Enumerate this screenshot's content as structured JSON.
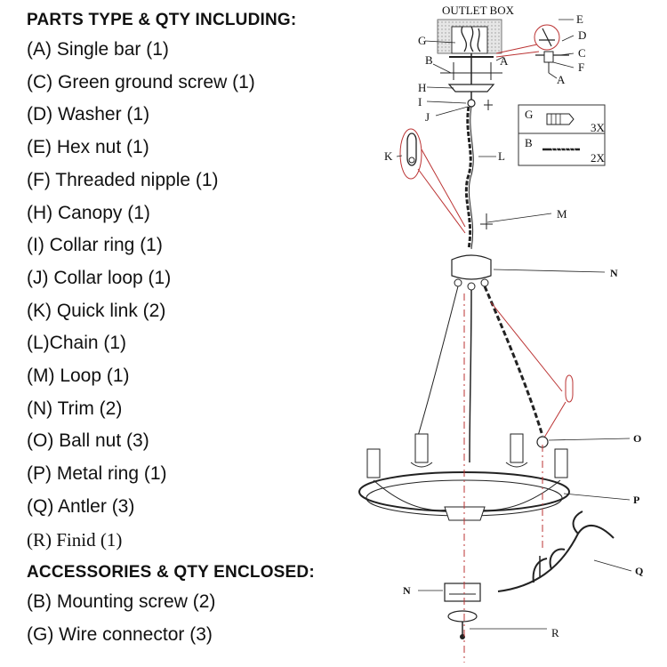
{
  "parts": {
    "heading": "PARTS TYPE & QTY INCLUDING:",
    "items": [
      "(A)  Single bar (1)",
      "(C) Green ground screw (1)",
      "(D) Washer (1)",
      "(E) Hex nut (1)",
      "(F) Threaded nipple (1)",
      "(H) Canopy (1)",
      "(I) Collar ring (1)",
      "(J) Collar loop (1)",
      "(K) Quick link (2)",
      "(L)Chain (1)",
      "(M) Loop (1)",
      "(N) Trim (2)",
      "(O) Ball nut (3)",
      "(P) Metal ring (1)",
      "(Q) Antler (3)",
      "(R) Finid (1)"
    ]
  },
  "accessories": {
    "heading": "ACCESSORIES & QTY ENCLOSED:",
    "items": [
      "(B)  Mounting screw (2)",
      "(G) Wire connector (3)"
    ]
  },
  "diagram": {
    "outlet_box": "OUTLET BOX",
    "labels": {
      "A": "A",
      "B": "B",
      "C": "C",
      "D": "D",
      "E": "E",
      "F": "F",
      "G": "G",
      "H": "H",
      "I": "I",
      "J": "J",
      "K": "K",
      "L": "L",
      "M": "M",
      "N": "N",
      "O": "O",
      "P": "P",
      "Q": "Q",
      "R": "R"
    },
    "inset": {
      "g_label": "G",
      "g_qty": "3X",
      "b_label": "B",
      "b_qty": "2X"
    }
  }
}
